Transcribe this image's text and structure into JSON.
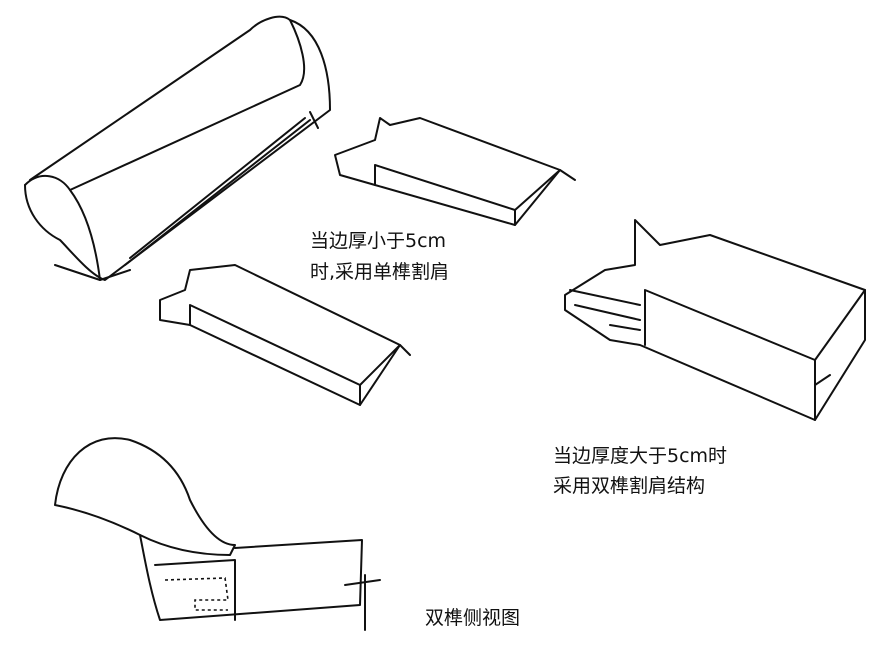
{
  "labels": {
    "single_tenon_line1": "当边厚小于5cm",
    "single_tenon_line2": "时,采用单榫割肩",
    "double_tenon_line1": "当边厚度大于5cm时",
    "double_tenon_line2": "采用双榫割肩结构",
    "side_view": "双榫侧视图"
  }
}
